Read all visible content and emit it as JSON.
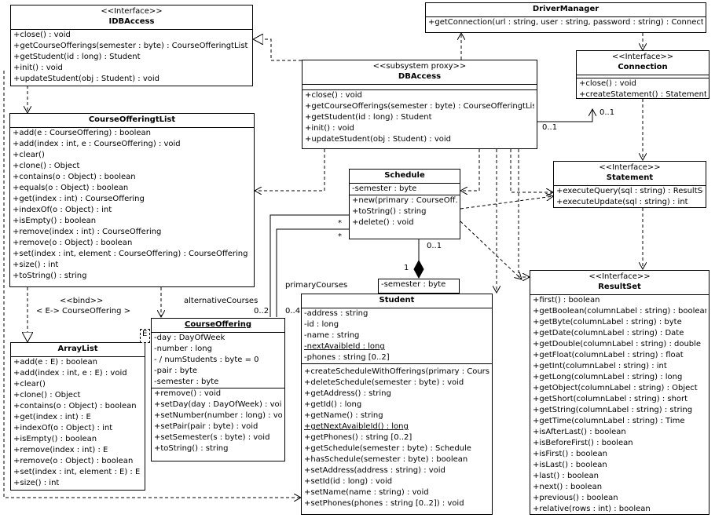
{
  "classes": {
    "idbaccess": {
      "stereotype": "<<Interface>>",
      "name": "IDBAccess",
      "attributes": [],
      "operations": [
        "+close() : void",
        "+getCourseOfferings(semester : byte) : CourseOfferingtList",
        "+getStudent(id : long) : Student",
        "+init() : void",
        "+updateStudent(obj : Student) : void"
      ]
    },
    "drivermanager": {
      "stereotype": "",
      "name": "DriverManager",
      "attributes": [],
      "operations": [
        "+getConnection(url : string, user : string, password : string) : Connection"
      ]
    },
    "dbaccess": {
      "stereotype": "<<subsystem proxy>>",
      "name": "DBAccess",
      "attributes": [],
      "operations": [
        "+close() : void",
        "+getCourseOfferings(semester : byte) : CourseOfferingtList",
        "+getStudent(id : long) : Student",
        "+init() : void",
        "+updateStudent(obj : Student) : void"
      ]
    },
    "connection": {
      "stereotype": "<<Interface>>",
      "name": "Connection",
      "attributes": [],
      "operations": [
        "+close() : void",
        "+createStatement() : Statement"
      ]
    },
    "courseofferinglist": {
      "stereotype": "",
      "name": "CourseOfferingtList",
      "attributes": [],
      "operations": [
        "+add(e : CourseOffering) : boolean",
        "+add(index : int, e : CourseOffering) : void",
        "+clear()",
        "+clone() : Object",
        "+contains(o : Object) : boolean",
        "+equals(o : Object) : boolean",
        "+get(index : int) : CourseOffering",
        "+indexOf(o : Object) : int",
        "+isEmpty() : boolean",
        "+remove(index : int) : CourseOffering",
        "+remove(o : Object) : boolean",
        "+set(index : int, element : CourseOffering) : CourseOffering",
        "+size() : int",
        "+toString() : string"
      ]
    },
    "schedule": {
      "stereotype": "",
      "name": "Schedule",
      "attributes": [
        "-semester : byte"
      ],
      "operations": [
        "+new(primary : CourseOff...",
        "+toString() : string",
        "+delete() : void"
      ]
    },
    "statement": {
      "stereotype": "<<Interface>>",
      "name": "Statement",
      "attributes": [],
      "operations": [
        "+executeQuery(sql : string) : ResultSet",
        "+executeUpdate(sql : string) : int"
      ]
    },
    "student": {
      "stereotype": "",
      "name": "Student",
      "attributes": [
        "-address : string",
        "-id : long",
        "-name : string",
        "-nextAvaibleId : long",
        "-phones : string [0..2]"
      ],
      "operations": [
        "+createScheduleWithOfferings(primary : CourseOffer...",
        "+deleteSchedule(semester : byte) : void",
        "+getAddress() : string",
        "+getId() : long",
        "+getName() : string",
        "+getNextAvaibleId() : long",
        "+getPhones() : string [0..2]",
        "+getSchedule(semester : byte) : Schedule",
        "+hasSchedule(semester : byte) : boolean",
        "+setAddress(address : string) : void",
        "+setId(id : long) : void",
        "+setName(name : string) : void",
        "+setPhones(phones : string [0..2]) : void"
      ]
    },
    "courseoffering": {
      "stereotype": "",
      "name": "CourseOffering",
      "attributes": [
        "-day : DayOfWeek",
        "-number : long",
        "- / numStudents : byte = 0",
        "-pair : byte",
        "-semester : byte"
      ],
      "operations": [
        "+remove() : void",
        "+setDay(day : DayOfWeek) : void",
        "+setNumber(number : long) : void",
        "+setPair(pair : byte) : void",
        "+setSemester(s : byte) : void",
        "+toString() : string"
      ]
    },
    "arraylist": {
      "stereotype": "",
      "name": "ArrayList",
      "attributes": [],
      "operations": [
        "+add(e : E) : boolean",
        "+add(index : int, e : E) : void",
        "+clear()",
        "+clone() : Object",
        "+contains(o : Object) : boolean",
        "+get(index : int) : E",
        "+indexOf(o : Object) : int",
        "+isEmpty() : boolean",
        "+remove(index : int) : E",
        "+remove(o : Object) : boolean",
        "+set(index : int, element : E) : E",
        "+size() : int"
      ]
    },
    "resultset": {
      "stereotype": "<<Interface>>",
      "name": "ResultSet",
      "attributes": [],
      "operations": [
        "+first() : boolean",
        "+getBoolean(columnLabel : string) : boolean",
        "+getByte(columnLabel : string) : byte",
        "+getDate(columnLabel : string) : Date",
        "+getDouble(columnLabel : string) : double",
        "+getFloat(columnLabel : string) : float",
        "+getInt(columnLabel : string) : int",
        "+getLong(columnLabel : string) : long",
        "+getObject(columnLabel : string) : Object",
        "+getShort(columnLabel : string) : short",
        "+getString(columnLabel : string) : string",
        "+getTime(columnLabel : string) : Time",
        "+isAfterLast() : boolean",
        "+isBeforeFirst() : boolean",
        "+isFirst() : boolean",
        "+isLast() : boolean",
        "+last() : boolean",
        "+next() : boolean",
        "+previous() : boolean",
        "+relative(rows : int) : boolean"
      ]
    }
  },
  "underlined": [
    "-nextAvaibleId : long",
    "+getNextAvaibleId() : long"
  ],
  "qualifier": "-semester : byte",
  "template_param": "E",
  "labels": {
    "bind_stereo": "<<bind>>",
    "bind_args": "< E-> CourseOffering >",
    "primary_courses": "primaryCourses",
    "alternative_courses": "alternativeCourses",
    "mult_02": "0..2",
    "mult_04": "0..4",
    "mult_star_1": "*",
    "mult_star_2": "*",
    "mult_1": "1",
    "mult_01_schedule": "0..1",
    "mult_01_dbaccess": "0..1",
    "mult_01_connection": "0..1"
  }
}
